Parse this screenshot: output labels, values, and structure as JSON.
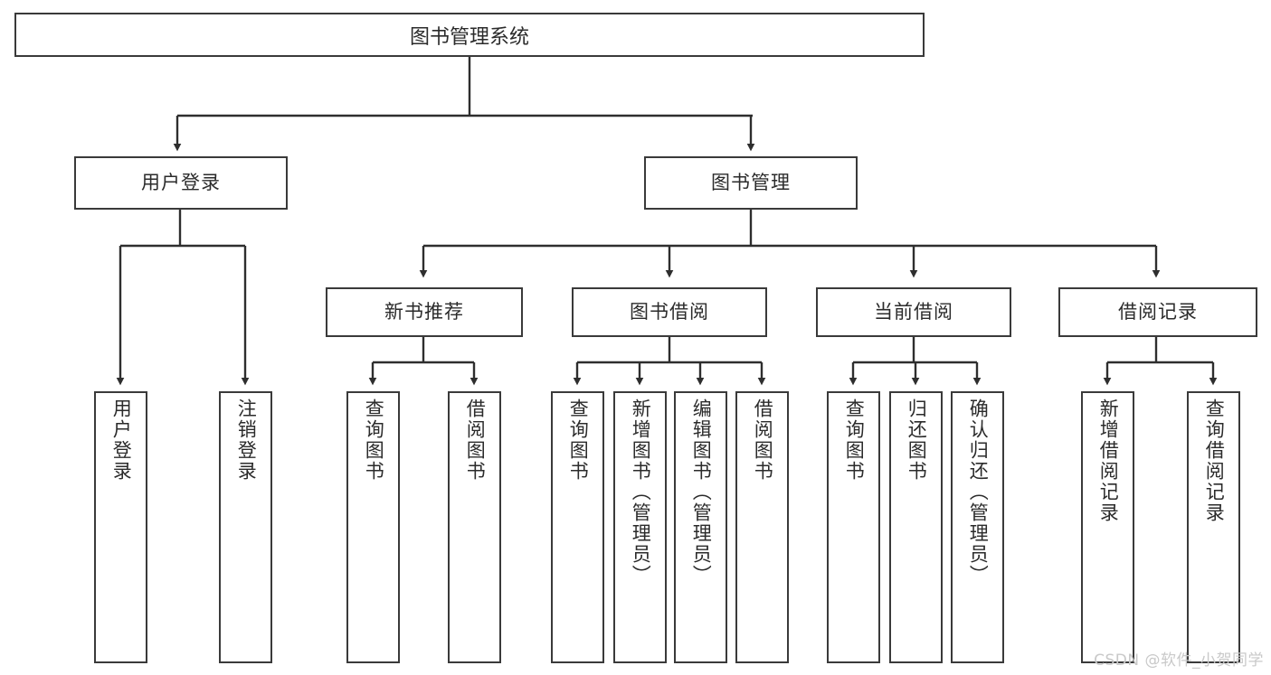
{
  "diagram": {
    "title": "图书管理系统",
    "type": "tree",
    "colors": {
      "box_border": "#3a3a3a",
      "box_fill": "#ffffff",
      "edge": "#2e2e2e",
      "text": "#2b2b2b",
      "watermark": "#c9c9c9"
    },
    "root": {
      "label": "图书管理系统"
    },
    "level1": [
      {
        "label": "用户登录"
      },
      {
        "label": "图书管理"
      }
    ],
    "level2": [
      {
        "label": "新书推荐"
      },
      {
        "label": "图书借阅"
      },
      {
        "label": "当前借阅"
      },
      {
        "label": "借阅记录"
      }
    ],
    "leaves": {
      "user_login": [
        {
          "label": "用户登录"
        },
        {
          "label": "注销登录"
        }
      ],
      "new_book_recommend": [
        {
          "label": "查询图书"
        },
        {
          "label": "借阅图书"
        }
      ],
      "book_borrow": [
        {
          "label": "查询图书"
        },
        {
          "label": "新增图书（管理员）"
        },
        {
          "label": "编辑图书（管理员）"
        },
        {
          "label": "借阅图书"
        }
      ],
      "current_borrow": [
        {
          "label": "查询图书"
        },
        {
          "label": "归还图书"
        },
        {
          "label": "确认归还（管理员）"
        }
      ],
      "borrow_record": [
        {
          "label": "新增借阅记录"
        },
        {
          "label": "查询借阅记录"
        }
      ]
    }
  },
  "watermark": {
    "text": "CSDN @软件_小贺同学"
  }
}
